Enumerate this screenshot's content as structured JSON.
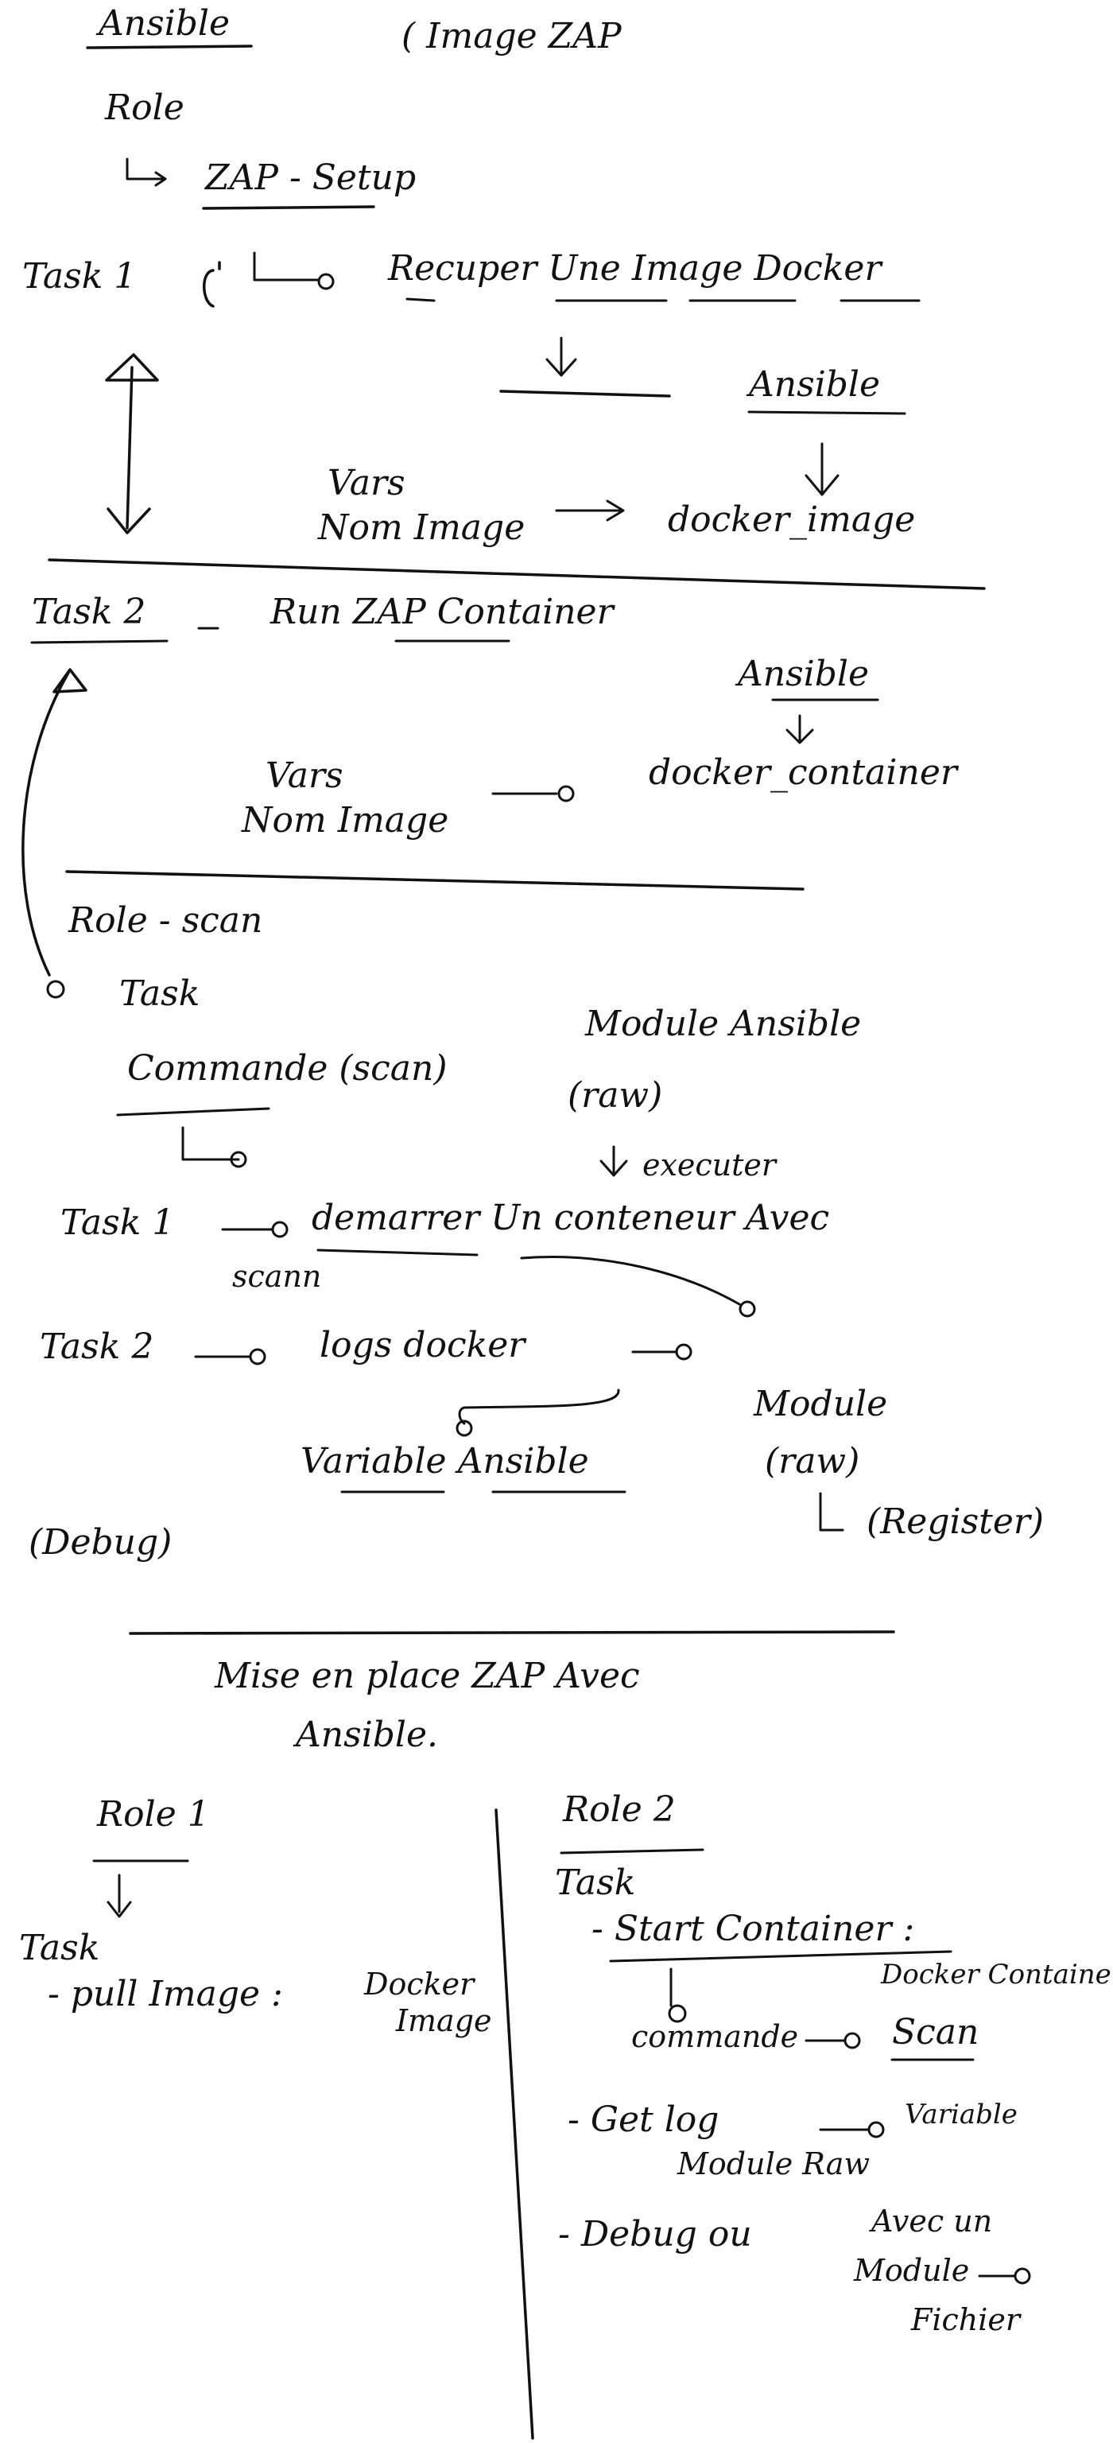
{
  "labels": {
    "ansible_title": "Ansible",
    "image_zap": "( Image ZAP",
    "role": "Role",
    "zap_setup": "ZAP - Setup",
    "task1": "Task 1",
    "recuperer": "Recuper Une Image Docker",
    "ansible_a": "Ansible",
    "vars_a": "Vars",
    "nom_image_a": "Nom Image",
    "docker_image": "docker_image",
    "task2": "Task 2",
    "run_zap": "Run ZAP Container",
    "ansible_b": "Ansible",
    "vars_b": "Vars",
    "nom_image_b": "Nom Image",
    "docker_container": "docker_container",
    "role_scan": "Role - scan",
    "task_a": "Task",
    "commande_scan": "Commande (scan)",
    "module_ansible": "Module Ansible",
    "raw_a": "(raw)",
    "executer": "executer",
    "task1_b": "Task 1",
    "demarrer": "demarrer Un conteneur Avec",
    "scann": "scann",
    "task2_b": "Task 2",
    "logs_docker": "logs docker",
    "module_b": "Module",
    "raw_b": "(raw)",
    "variable_ansible": "Variable Ansible",
    "debug": "(Debug)",
    "register": "(Register)",
    "mise_en_place": "Mise en place ZAP Avec",
    "ansible_c": "Ansible.",
    "role1": "Role 1",
    "task_b": "Task",
    "pull_image": "- pull Image :",
    "docker_a": "Docker",
    "image_short": "Image",
    "role2": "Role 2",
    "task_c": "Task",
    "start_container": "- Start Container :",
    "docker_container_2": "Docker Container",
    "commande": "commande",
    "scan": "Scan",
    "get_log": "- Get log",
    "variable": "Variable",
    "module_raw": "Module Raw",
    "debug_ou": "- Debug ou",
    "avec_un": "Avec un",
    "module_c": "Module",
    "fichier": "Fichier"
  }
}
